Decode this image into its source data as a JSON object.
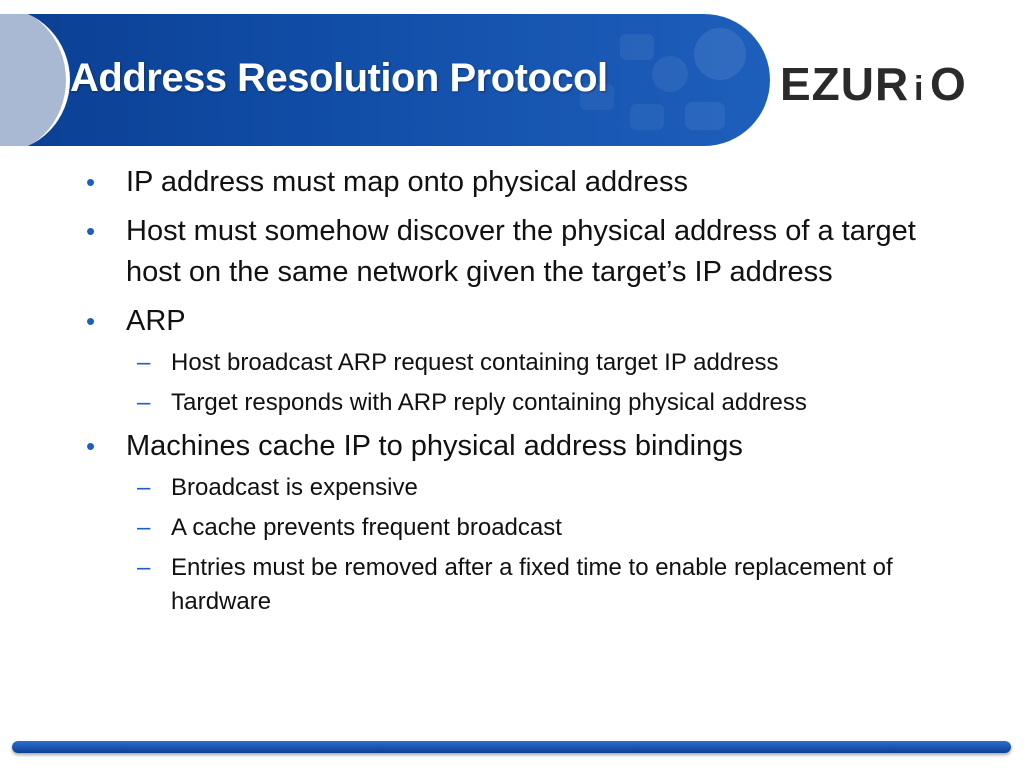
{
  "title": "Address Resolution Protocol",
  "logo": {
    "text": "EZURiO"
  },
  "colors": {
    "banner": "#114ea8",
    "bullet_marker": "#1d5fc0",
    "footer_bar": "#0b3f93"
  },
  "bullets": [
    {
      "marker": "•",
      "text": "IP address must map onto physical address"
    },
    {
      "marker": "•",
      "text": "Host must somehow discover the physical address of a target host on the same network given the target’s IP address"
    },
    {
      "marker": "•",
      "text": "ARP"
    },
    {
      "marker": "–",
      "text": "Host broadcast ARP request containing target IP address"
    },
    {
      "marker": "–",
      "text": "Target responds with ARP reply containing physical address"
    },
    {
      "marker": "•",
      "text": "Machines cache IP to physical address bindings"
    },
    {
      "marker": "–",
      "text": "Broadcast is expensive"
    },
    {
      "marker": "–",
      "text": "A cache prevents frequent broadcast"
    },
    {
      "marker": "–",
      "text": "Entries must be removed after a fixed time to enable replacement of hardware"
    }
  ]
}
